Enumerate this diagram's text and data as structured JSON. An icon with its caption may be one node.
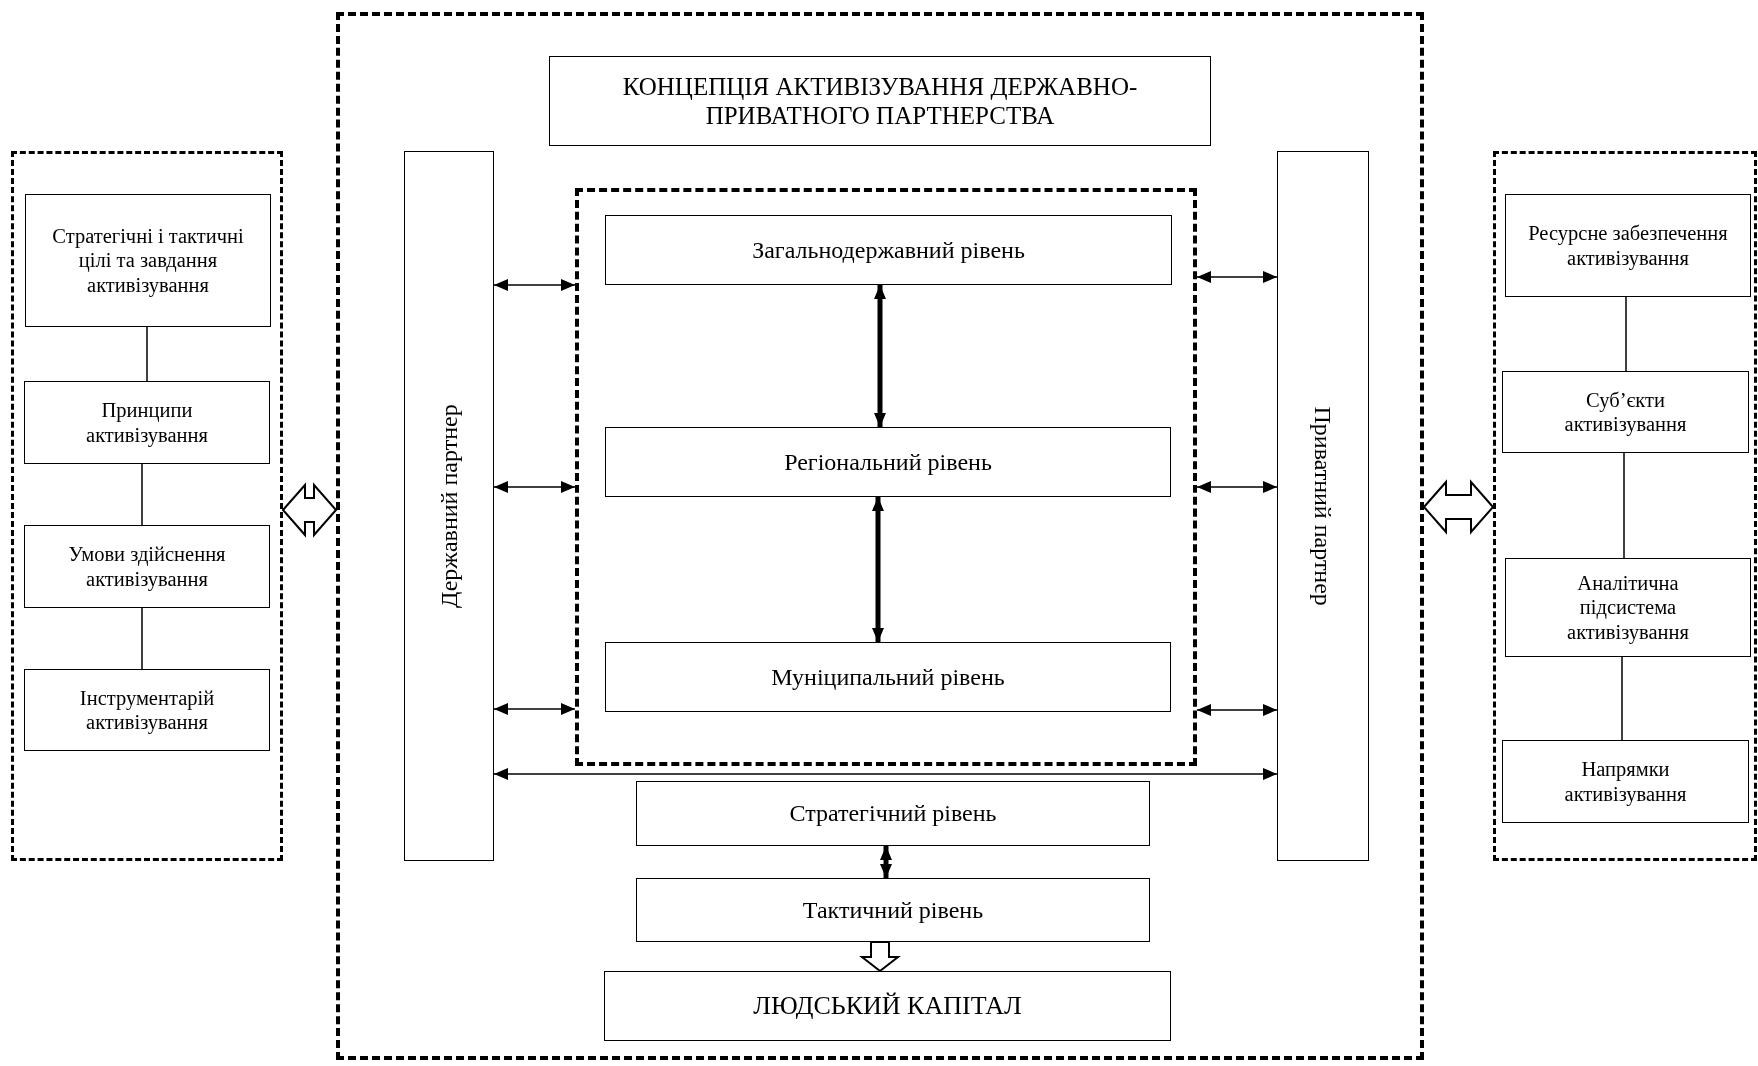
{
  "diagram": {
    "nodes": [
      {
        "text": [],
        "shape": "box"
      },
      {
        "text": [
          "КОНЦЕПЦІЯ АКТИВІЗУВАННЯ ДЕРЖАВНО-ПРИВАТНОГО ПАРТНЕРСТВА"
        ],
        "in": 0
      },
      {
        "text": [
          "Державний партнер"
        ],
        "in": 0
      },
      {
        "text": [],
        "shape": "box",
        "in": 0
      },
      {
        "text": [
          "Загальнодержавний рівень"
        ],
        "in": 3
      },
      {
        "text": [
          "Регіональний рівень"
        ],
        "in": 3
      },
      {
        "text": [
          "Муніципальний рівень"
        ],
        "in": 3
      },
      {
        "text": [
          "Приватний партнер"
        ],
        "in": 0
      },
      {
        "text": [
          "Стратегічний рівень"
        ],
        "in": 0
      },
      {
        "text": [
          "Тактичний рівень"
        ],
        "in": 0
      },
      {
        "text": [
          "ЛЮДСЬКИЙ КАПІТАЛ"
        ],
        "in": 0
      },
      {
        "text": [],
        "shape": "box"
      },
      {
        "text": [
          "Стратегічні і тактичні цілі та завдання активізування"
        ],
        "in": 11
      },
      {
        "text": [
          "Принципи активізування"
        ],
        "in": 11
      },
      {
        "text": [
          "Умови здійснення активізування"
        ],
        "in": 11
      },
      {
        "text": [
          "Інструментарій активізування"
        ],
        "in": 11
      },
      {
        "text": [],
        "shape": "box"
      },
      {
        "text": [
          "Ресурсне забезпечення активізування"
        ],
        "in": 16
      },
      {
        "text": [
          "Суб’єкти активізування"
        ],
        "in": 16
      },
      {
        "text": [
          "Аналітична підсистема активізування"
        ],
        "in": 16
      },
      {
        "text": [
          "Напрямки активізування"
        ],
        "in": 16
      }
    ],
    "edges": [
      {
        "from": 12,
        "to": 13,
        "arrow": "none"
      },
      {
        "from": 13,
        "to": 14,
        "arrow": "none"
      },
      {
        "from": 14,
        "to": 15,
        "arrow": "none"
      },
      {
        "from": 11,
        "to": 0,
        "arrow": "both",
        "style": "thick"
      },
      {
        "from": 0,
        "to": 16,
        "arrow": "both",
        "style": "thick"
      },
      {
        "from": 17,
        "to": 18,
        "arrow": "none"
      },
      {
        "from": 18,
        "to": 19,
        "arrow": "none"
      },
      {
        "from": 19,
        "to": 20,
        "arrow": "none"
      },
      {
        "from": 2,
        "to": 3,
        "arrow": "both"
      },
      {
        "from": 2,
        "to": 3,
        "arrow": "both"
      },
      {
        "from": 2,
        "to": 3,
        "arrow": "both"
      },
      {
        "from": 3,
        "to": 7,
        "arrow": "both"
      },
      {
        "from": 3,
        "to": 7,
        "arrow": "both"
      },
      {
        "from": 3,
        "to": 7,
        "arrow": "both"
      },
      {
        "from": 2,
        "to": 7,
        "arrow": "both"
      },
      {
        "from": 4,
        "to": 5,
        "arrow": "both",
        "style": "thick"
      },
      {
        "from": 5,
        "to": 6,
        "arrow": "both",
        "style": "thick"
      },
      {
        "from": 8,
        "to": 9,
        "arrow": "both",
        "style": "thick"
      },
      {
        "from": 9,
        "to": 10,
        "arrow": "to",
        "style": "thick"
      }
    ]
  }
}
